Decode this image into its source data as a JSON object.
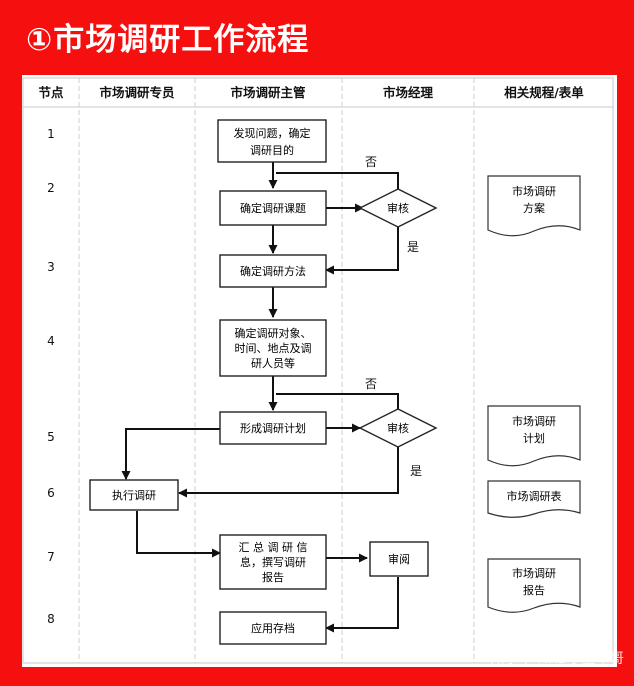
{
  "title": "①市场调研工作流程",
  "headers": [
    "节点",
    "市场调研专员",
    "市场调研主管",
    "市场经理",
    "相关规程/表单"
  ],
  "node_numbers": [
    "1",
    "2",
    "3",
    "4",
    "5",
    "6",
    "7",
    "8"
  ],
  "steps": {
    "s1": [
      "发现问题，确定",
      "调研目的"
    ],
    "s2": [
      "确定调研课题"
    ],
    "s3": [
      "确定调研方法"
    ],
    "s4": [
      "确定调研对象、",
      "时间、地点及调",
      "研人员等"
    ],
    "s5": [
      "形成调研计划"
    ],
    "s6": [
      "执行调研"
    ],
    "s7": [
      "汇 总 调 研 信",
      "息，撰写调研",
      "报告"
    ],
    "s8": [
      "应用存档"
    ]
  },
  "decisions": {
    "d1": "审核",
    "d2": "审核",
    "r1": "审阅"
  },
  "branch_labels": {
    "no1": "否",
    "yes1": "是",
    "no2": "否",
    "yes2": "是"
  },
  "documents": {
    "doc1": [
      "市场调研",
      "方案"
    ],
    "doc2": [
      "市场调研",
      "计划"
    ],
    "doc3": [
      "市场调研表"
    ],
    "doc4": [
      "市场调研",
      "报告"
    ]
  },
  "watermark": "知乎 @HRD学堂牛哥",
  "colors": {
    "background": "#f50f0f",
    "panel": "#ffffff",
    "line": "#111111"
  }
}
